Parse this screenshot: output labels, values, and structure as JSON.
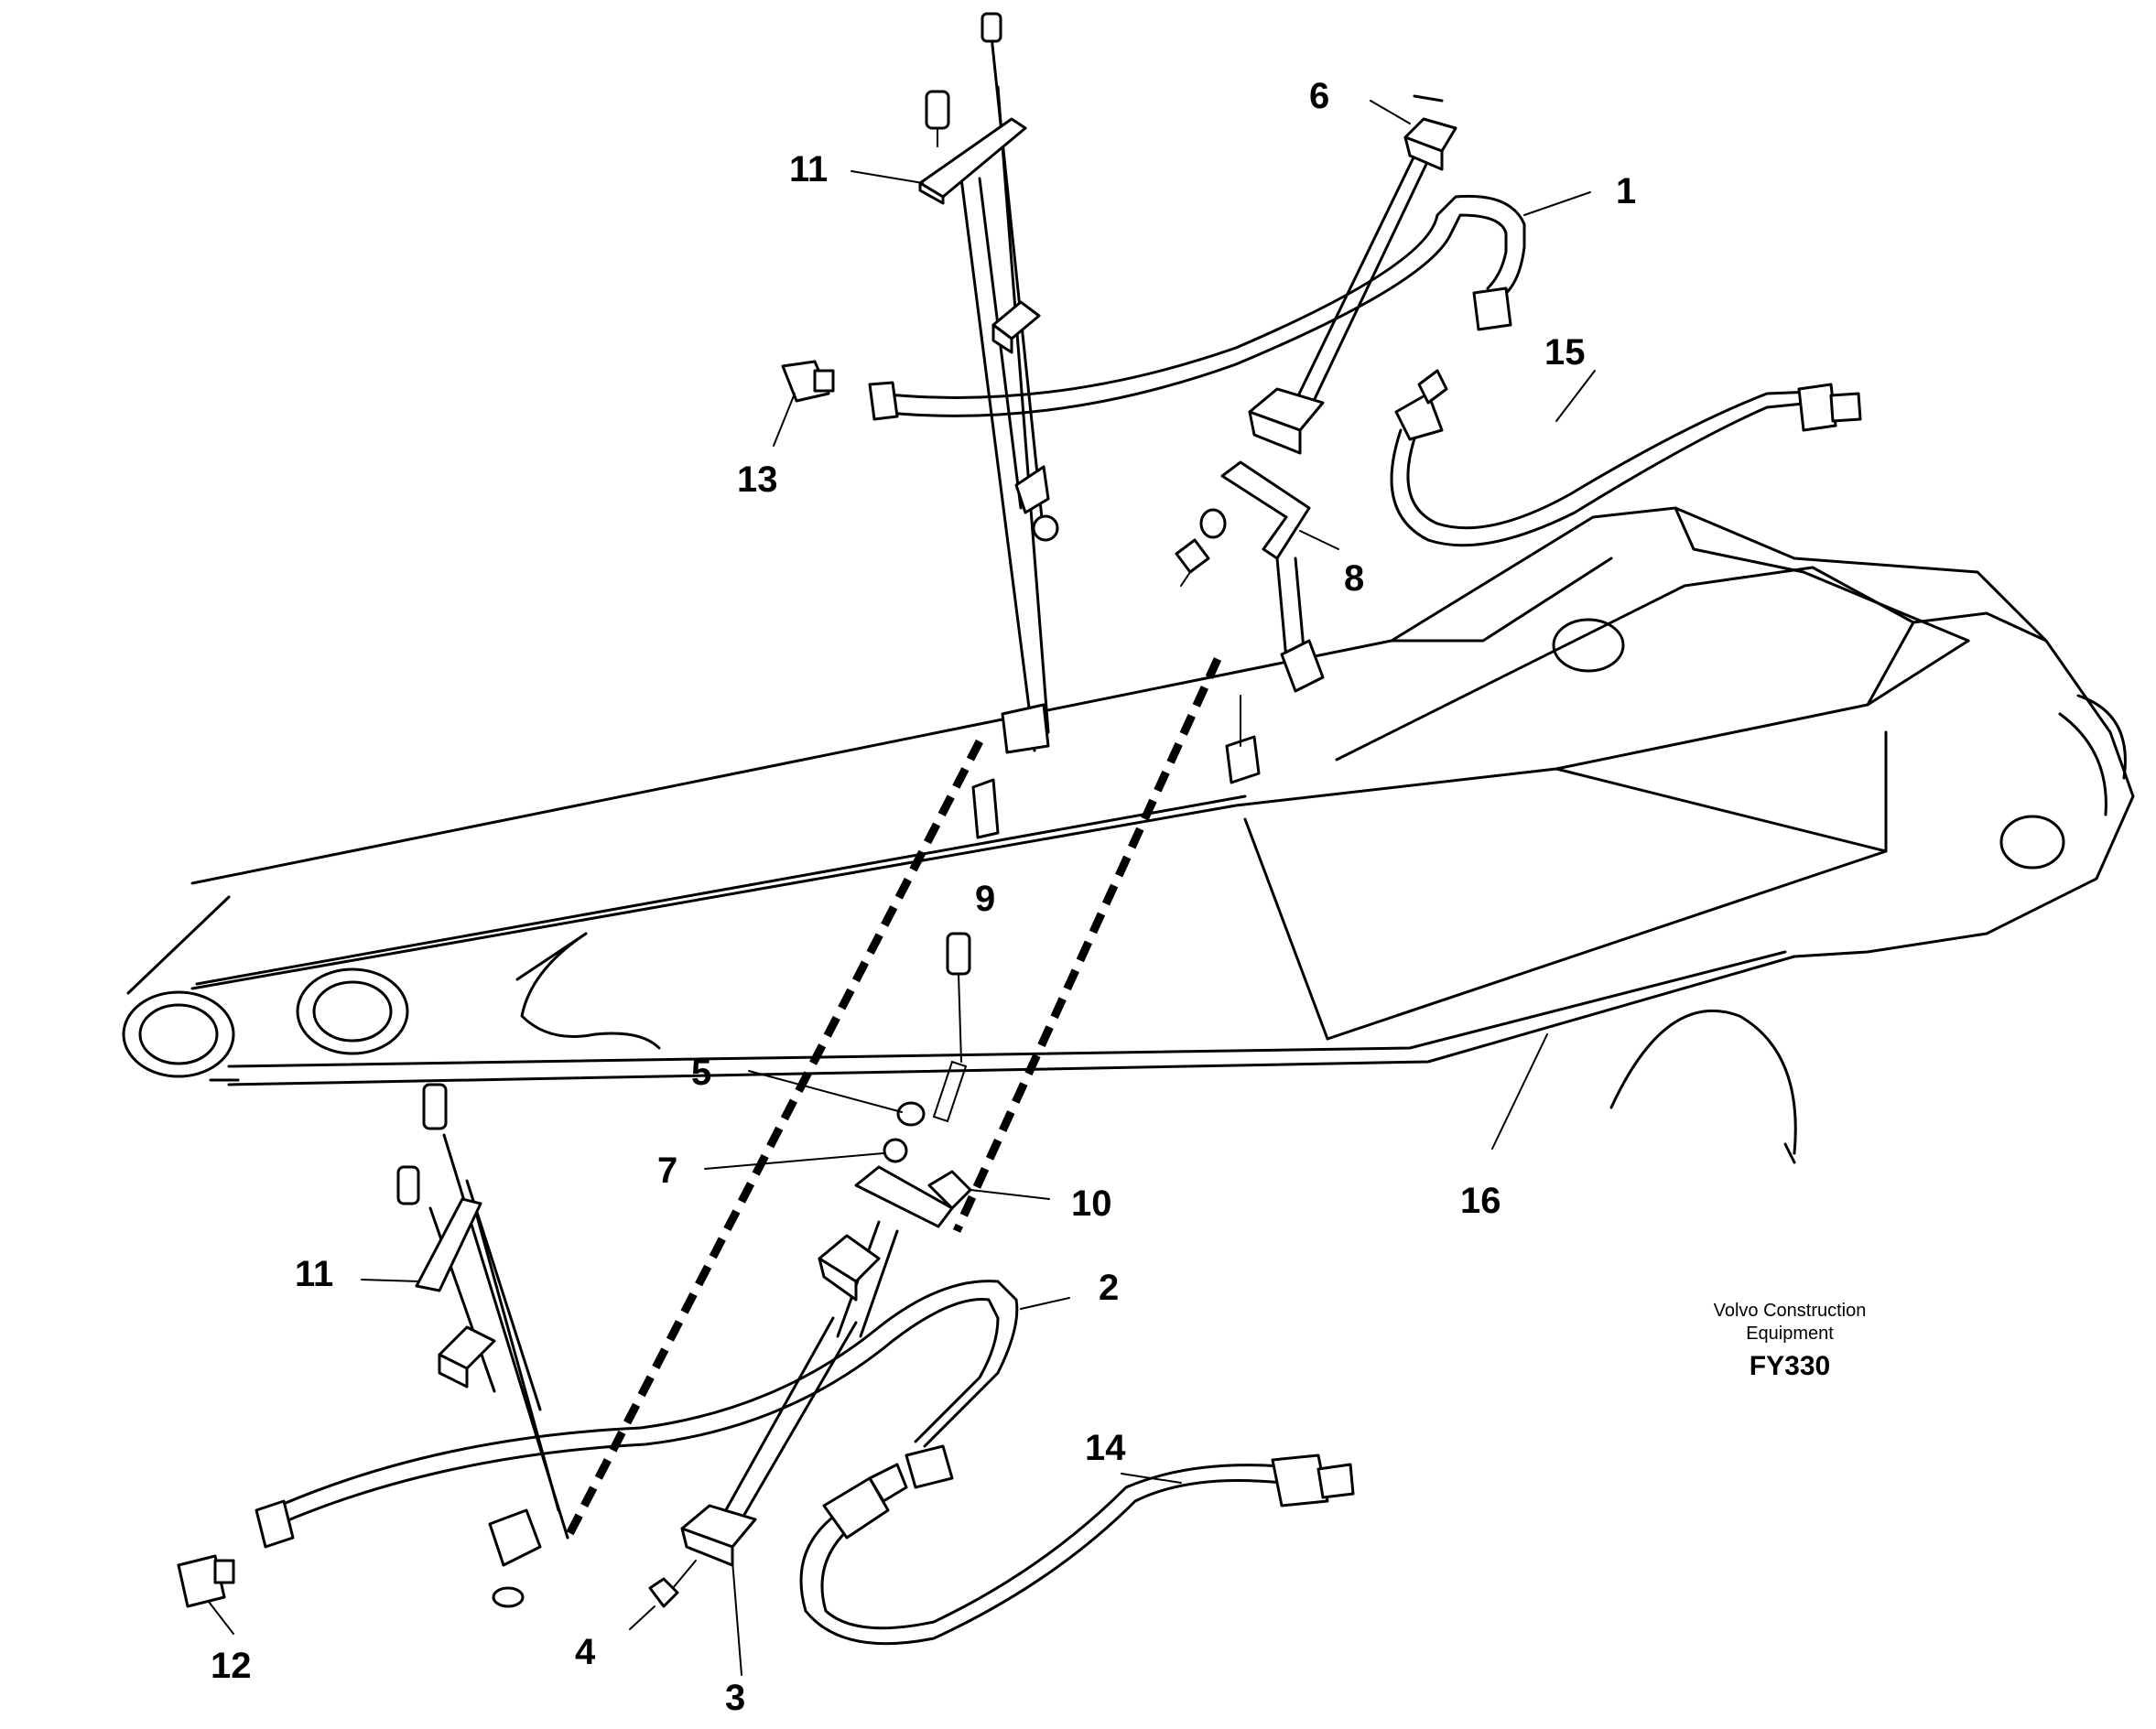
{
  "callouts": [
    {
      "id": "1",
      "label": "1"
    },
    {
      "id": "2",
      "label": "2"
    },
    {
      "id": "3",
      "label": "3"
    },
    {
      "id": "4",
      "label": "4"
    },
    {
      "id": "5",
      "label": "5"
    },
    {
      "id": "6",
      "label": "6"
    },
    {
      "id": "7",
      "label": "7"
    },
    {
      "id": "8",
      "label": "8"
    },
    {
      "id": "9",
      "label": "9"
    },
    {
      "id": "10",
      "label": "10"
    },
    {
      "id": "11a",
      "label": "11"
    },
    {
      "id": "11b",
      "label": "11"
    },
    {
      "id": "12",
      "label": "12"
    },
    {
      "id": "13",
      "label": "13"
    },
    {
      "id": "14",
      "label": "14"
    },
    {
      "id": "15",
      "label": "15"
    },
    {
      "id": "16",
      "label": "16"
    }
  ],
  "caption": {
    "line1": "Volvo Construction",
    "line2": "Equipment",
    "code": "FY330"
  }
}
